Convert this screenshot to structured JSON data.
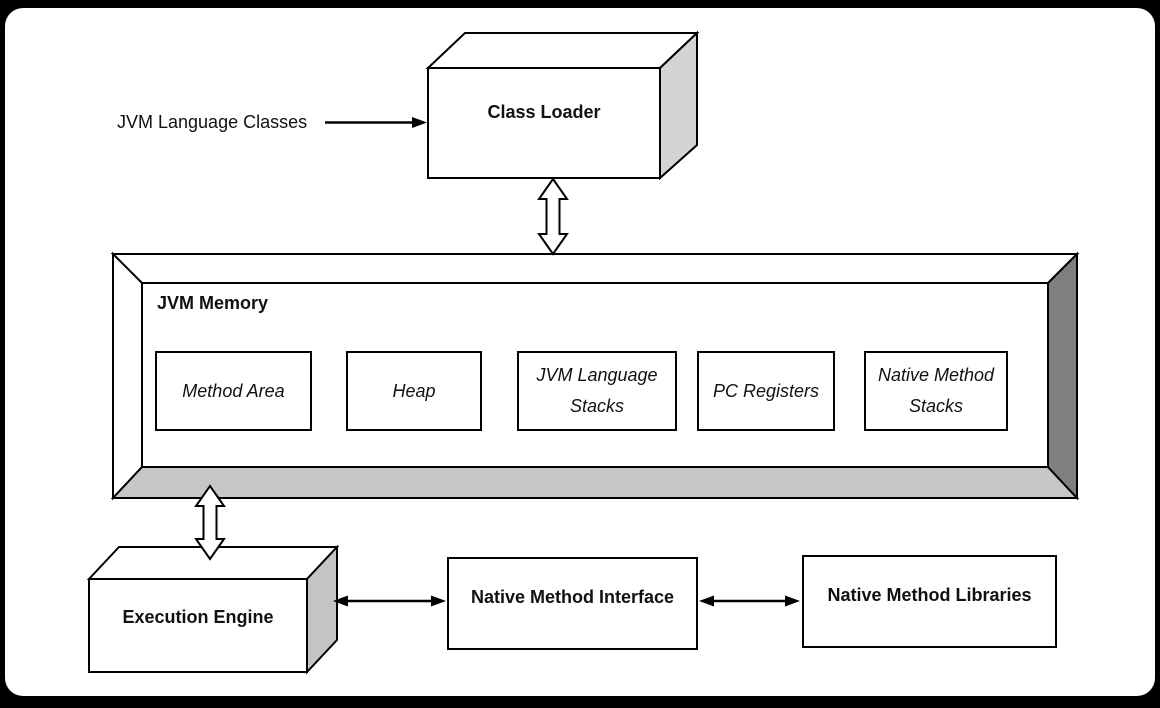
{
  "diagram": {
    "input_label": "JVM Language Classes",
    "class_loader": {
      "label": "Class Loader"
    },
    "jvm_memory": {
      "label": "JVM Memory",
      "areas": [
        {
          "label": "Method Area"
        },
        {
          "label": "Heap"
        },
        {
          "label": "JVM Language Stacks"
        },
        {
          "label": "PC Registers"
        },
        {
          "label": "Native Method Stacks"
        }
      ]
    },
    "execution_engine": {
      "label": "Execution Engine"
    },
    "native_method_interface": {
      "label": "Native Method Interface"
    },
    "native_method_libraries": {
      "label": "Native Method Libraries"
    },
    "colors": {
      "line": "#000000",
      "box_fill": "#ffffff",
      "class_loader_side_gray": "#d4d4d4",
      "engine_side_gray": "#c4c4c4",
      "frame_bottom_gray": "#c6c6c6",
      "frame_right_gray": "#7f7f7f",
      "page_border": "#000000"
    }
  }
}
